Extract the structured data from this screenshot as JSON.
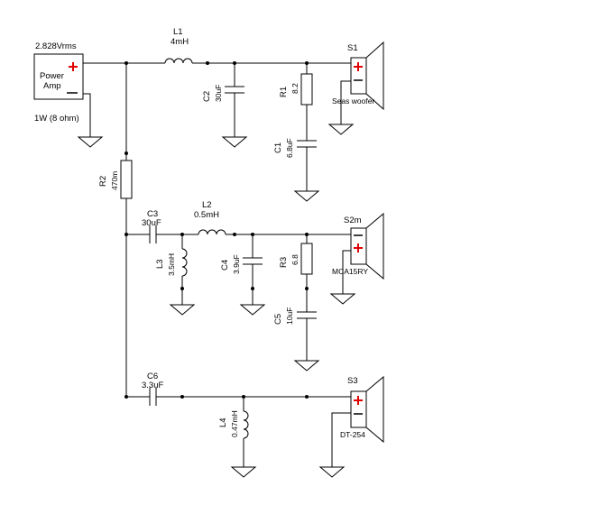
{
  "source": {
    "voltage": "2.828Vrms",
    "name_line1": "Power",
    "name_line2": "Amp",
    "power": "1W (8 ohm)",
    "plus": "+",
    "minus": "–"
  },
  "components": {
    "L1": {
      "ref": "L1",
      "value": "4mH"
    },
    "C2": {
      "ref": "C2",
      "value": "30uF"
    },
    "R1": {
      "ref": "R1",
      "value": "8.2"
    },
    "C1": {
      "ref": "C1",
      "value": "6.8uF"
    },
    "R2": {
      "ref": "R2",
      "value": "470m"
    },
    "C3": {
      "ref": "C3",
      "value": "30uF"
    },
    "L2": {
      "ref": "L2",
      "value": "0.5mH"
    },
    "L3": {
      "ref": "L3",
      "value": "3.5mH"
    },
    "C4": {
      "ref": "C4",
      "value": "3.9uF"
    },
    "R3": {
      "ref": "R3",
      "value": "6.8"
    },
    "C5": {
      "ref": "C5",
      "value": "10uF"
    },
    "C6": {
      "ref": "C6",
      "value": "3.3uF"
    },
    "L4": {
      "ref": "L4",
      "value": "0.47mH"
    }
  },
  "speakers": {
    "S1": {
      "ref": "S1",
      "model": "Seas woofer"
    },
    "S2m": {
      "ref": "S2m",
      "model": "MCA15RY"
    },
    "S3": {
      "ref": "S3",
      "model": "DT-254"
    }
  },
  "colors": {
    "wire": "#000000",
    "polarity_mark": "#e00000"
  }
}
